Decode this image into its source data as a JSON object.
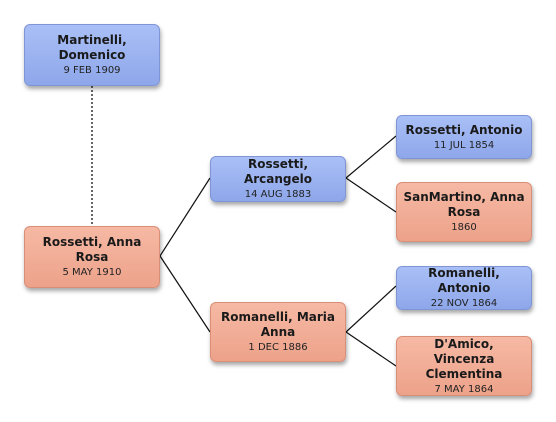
{
  "people": {
    "domenico": {
      "name": "Martinelli, Domenico",
      "date": "9 FEB 1909",
      "sex": "male"
    },
    "annarosa": {
      "name": "Rossetti, Anna Rosa",
      "date": "5 MAY 1910",
      "sex": "female"
    },
    "arcangelo": {
      "name": "Rossetti, Arcangelo",
      "date": "14 AUG 1883",
      "sex": "male"
    },
    "mariaanna": {
      "name": "Romanelli, Maria Anna",
      "date": "1 DEC 1886",
      "sex": "female"
    },
    "antonio_r": {
      "name": "Rossetti, Antonio",
      "date": "11 JUL 1854",
      "sex": "male"
    },
    "annarosa_s": {
      "name": "SanMartino, Anna Rosa",
      "date": "1860",
      "sex": "female"
    },
    "antonio_m": {
      "name": "Romanelli, Antonio",
      "date": "22 NOV 1864",
      "sex": "male"
    },
    "vincenza": {
      "name": "D'Amico, Vincenza Clementina",
      "date": "7 MAY 1864",
      "sex": "female"
    }
  },
  "relations": {
    "spouse": [
      [
        "domenico",
        "annarosa"
      ]
    ],
    "parent": [
      [
        "annarosa",
        "arcangelo"
      ],
      [
        "annarosa",
        "mariaanna"
      ],
      [
        "arcangelo",
        "antonio_r"
      ],
      [
        "arcangelo",
        "annarosa_s"
      ],
      [
        "mariaanna",
        "antonio_m"
      ],
      [
        "mariaanna",
        "vincenza"
      ]
    ]
  },
  "colors": {
    "male": "#9bb2f0",
    "female": "#f2ad96",
    "line": "#111111"
  }
}
